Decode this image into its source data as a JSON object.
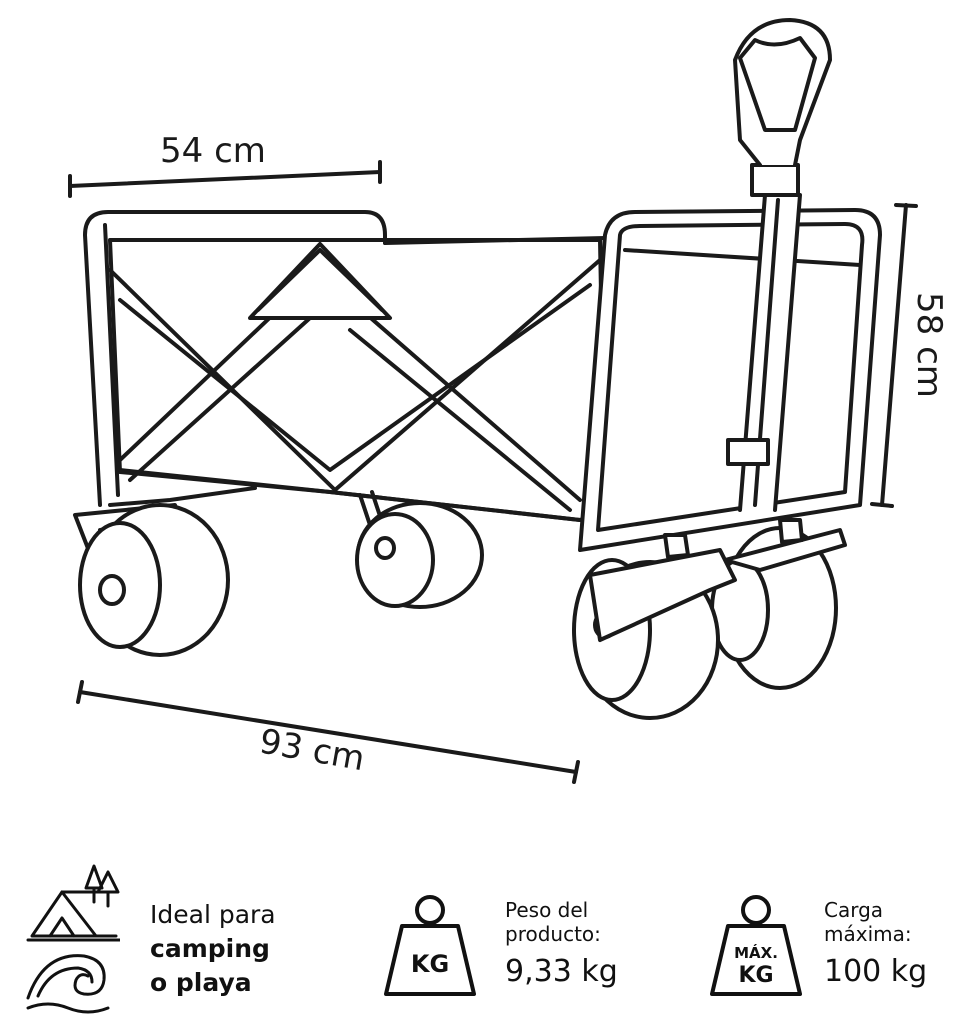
{
  "dimensions": {
    "width": "54 cm",
    "height": "58 cm",
    "length": "93 cm"
  },
  "features": {
    "usage": {
      "line1": "Ideal para",
      "line2": "camping",
      "line3": "o playa",
      "icons": [
        "tent-icon",
        "wave-icon"
      ]
    },
    "weight": {
      "label_line1": "Peso del",
      "label_line2": "producto:",
      "value": "9,33 kg",
      "badge": "KG",
      "icon": "weight-icon"
    },
    "max_load": {
      "label_line1": "Carga",
      "label_line2": "máxima:",
      "value": "100 kg",
      "badge_top": "MÁX.",
      "badge": "KG",
      "icon": "weight-max-icon"
    }
  }
}
